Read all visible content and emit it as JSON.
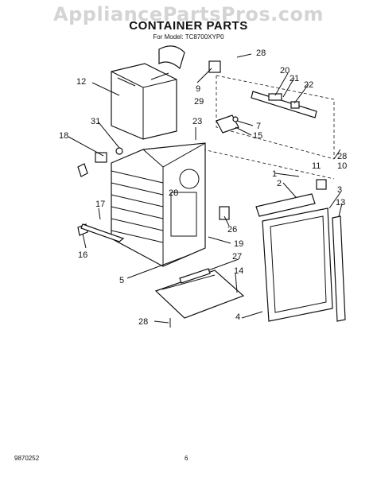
{
  "watermark": "AppliancePartsPros.com",
  "title": "CONTAINER PARTS",
  "subtitle": "For Model: TC8700XYP0",
  "footer": {
    "code": "9870252",
    "page": "6"
  },
  "callouts": [
    "28",
    "9",
    "29",
    "12",
    "20",
    "21",
    "22",
    "31",
    "23",
    "7",
    "15",
    "18",
    "28",
    "10",
    "1",
    "11",
    "2",
    "3",
    "13",
    "17",
    "28",
    "26",
    "16",
    "19",
    "27",
    "14",
    "5",
    "28",
    "4"
  ]
}
